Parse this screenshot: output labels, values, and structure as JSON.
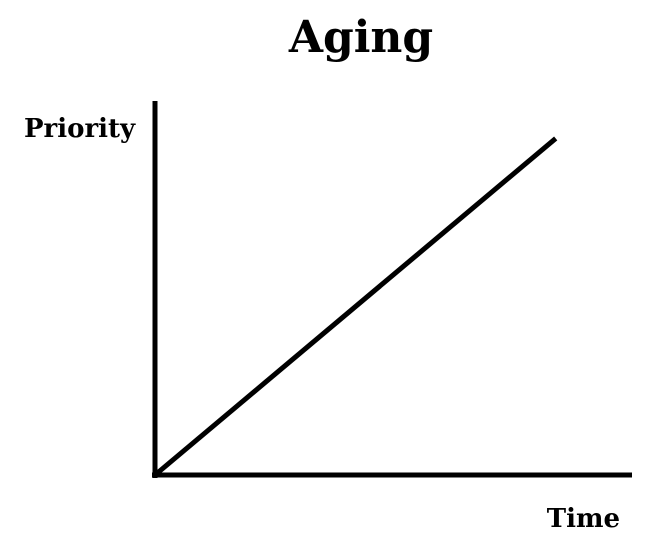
{
  "chart_data": {
    "type": "line",
    "title": "Aging",
    "xlabel": "Time",
    "ylabel": "Priority",
    "xlim": [
      0,
      1
    ],
    "ylim": [
      0,
      1
    ],
    "grid": false,
    "series": [
      {
        "x": [
          0,
          0.84
        ],
        "y": [
          0,
          0.9
        ]
      }
    ],
    "colors": {
      "line": "#000000",
      "axes": "#000000",
      "text": "#000000",
      "background": "#ffffff"
    }
  }
}
